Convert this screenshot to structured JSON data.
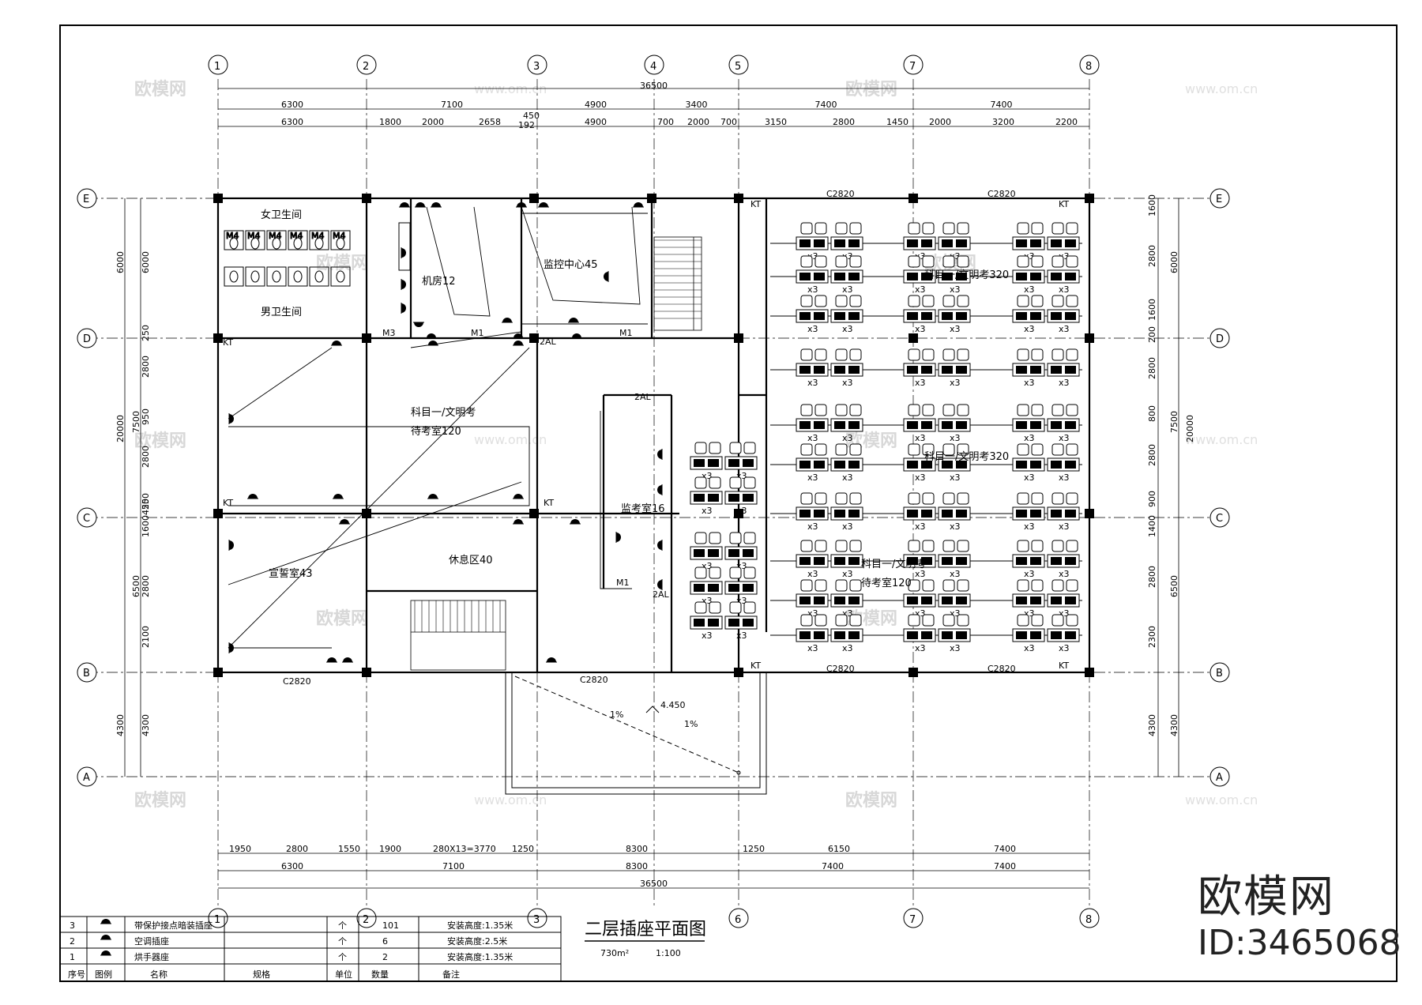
{
  "axes_top": [
    "1",
    "2",
    "3",
    "4",
    "5",
    "7",
    "8"
  ],
  "axes_bottom": [
    "1",
    "2",
    "3",
    "6",
    "7",
    "8"
  ],
  "axes_side": [
    "E",
    "D",
    "C",
    "B",
    "A"
  ],
  "dims_top_total": "36500",
  "dims_top_row1": [
    "6300",
    "7100",
    "4900",
    "3400",
    "7400",
    "7400"
  ],
  "dims_top_row2": [
    "6300",
    "1800",
    "2000",
    "2658",
    "192",
    "450",
    "4900",
    "700",
    "2000",
    "700",
    "3150",
    "2800",
    "1450",
    "2000",
    "3200",
    "2200"
  ],
  "dims_bottom_row1": [
    "1950",
    "2800",
    "1550",
    "1900",
    "280X13=3770",
    "1250",
    "8300",
    "1250",
    "6150",
    "7400"
  ],
  "dims_bottom_row2": [
    "6300",
    "7100",
    "8300",
    "7400",
    "7400"
  ],
  "dims_bottom_total": "36500",
  "dims_left_outer": [
    "6000",
    "20000",
    "4300"
  ],
  "dims_left_inner": [
    "6000",
    "250",
    "2800",
    "950",
    "2800",
    "250",
    "450",
    "1600",
    "2800",
    "2100",
    "7500",
    "6500",
    "4300"
  ],
  "dims_right_inner": [
    "1600",
    "2800",
    "1600",
    "200",
    "2800",
    "800",
    "2800",
    "900",
    "1400",
    "2800",
    "2300",
    "4300"
  ],
  "dims_right_outer": [
    "6000",
    "20000",
    "4300",
    "7500",
    "6500"
  ],
  "rooms": {
    "women_wc": "女卫生间",
    "men_wc": "男卫生间",
    "machine_room": "机房12",
    "monitor_center": "监控中心45",
    "wait_room_line1": "科目一/文明考",
    "wait_room_line2": "待考室120",
    "rest_area": "休息区40",
    "lecture_room": "宣誓室43",
    "monitor_room": "监考室16",
    "exam_room_a": "科目一/文明考320",
    "exam_room_b": "科目一/文明考320",
    "exam_room_c_line1": "科目一/文明考",
    "exam_room_c_line2": "待考室120"
  },
  "tags": {
    "window": "C2820",
    "kt": "KT",
    "door_m1": "M1",
    "door_m3": "M3",
    "door_m4": "M4",
    "panel": "2AL",
    "x3": "x3",
    "level": "4.450",
    "slope": "1%"
  },
  "legend": {
    "headers": [
      "序号",
      "图例",
      "名称",
      "规格",
      "单位",
      "数量",
      "备注"
    ],
    "rows": [
      {
        "no": "3",
        "name": "带保护接点暗装插座",
        "unit": "个",
        "qty": "101",
        "note": "安装高度:1.35米"
      },
      {
        "no": "2",
        "name": "空调插座",
        "unit": "个",
        "qty": "6",
        "note": "安装高度:2.5米"
      },
      {
        "no": "1",
        "name": "烘手器座",
        "unit": "个",
        "qty": "2",
        "note": "安装高度:1.35米"
      }
    ]
  },
  "drawing_title": "二层插座平面图",
  "drawing_area": "730m²",
  "drawing_scale": "1:100",
  "watermark_text": "欧模网",
  "watermark_url": "www.om.cn",
  "brand_name": "欧模网",
  "brand_id": "ID:3465068"
}
